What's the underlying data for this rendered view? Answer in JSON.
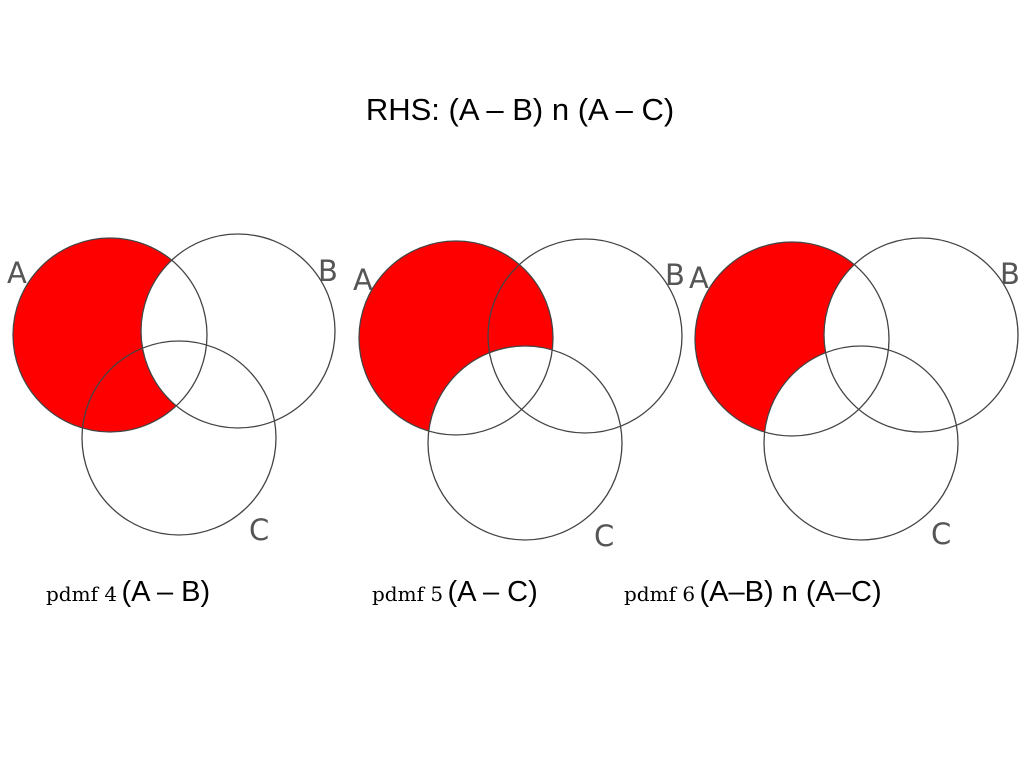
{
  "title": "RHS: (A – B) n (A – C)",
  "diagrams": [
    {
      "caption_small": "pdmf 4",
      "caption_large": "(A – B)",
      "labels": {
        "a": "A",
        "b": "B",
        "c": "C"
      },
      "shaded_region": "A minus B"
    },
    {
      "caption_small": "pdmf 5",
      "caption_large": "(A – C)",
      "labels": {
        "a": "A",
        "b": "B",
        "c": "C"
      },
      "shaded_region": "A minus C"
    },
    {
      "caption_small": "pdmf 6",
      "caption_large": "(A–B) n (A–C)",
      "labels": {
        "a": "A",
        "b": "B",
        "c": "C"
      },
      "shaded_region": "A minus B minus C"
    }
  ],
  "colors": {
    "shade": "#ff0000",
    "outline": "#444444",
    "background": "#ffffff"
  }
}
